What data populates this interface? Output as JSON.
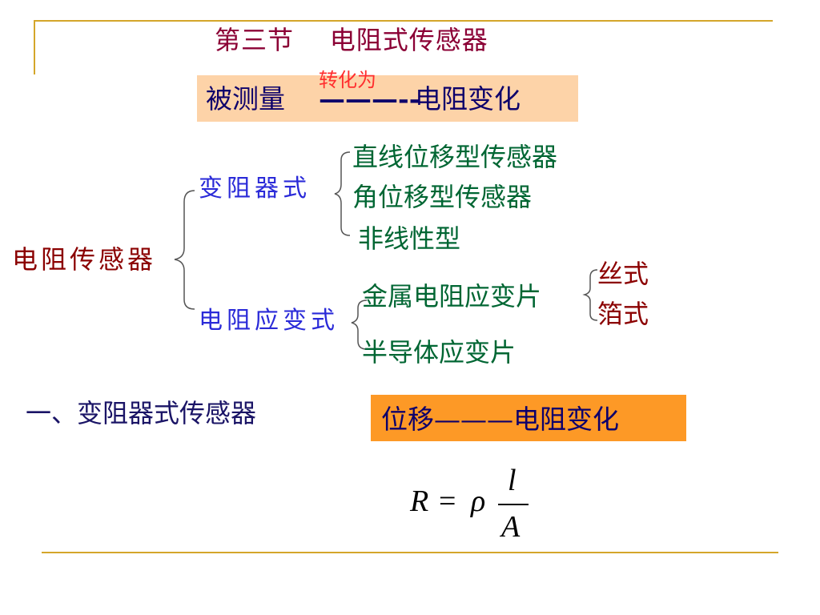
{
  "title": "第三节    电阻式传感器",
  "intro": {
    "left": "被测量",
    "annotation": "转化为",
    "dash": "———--",
    "right": "电阻变化"
  },
  "tree": {
    "root": "电阻传感器",
    "branch1": {
      "label": "变阻器式",
      "items": [
        "直线位移型传感器",
        "角位移型传感器",
        "非线性型"
      ]
    },
    "branch2": {
      "label": "电阻应变式",
      "items": [
        "金属电阻应变片",
        "半导体应变片"
      ],
      "sub_items": [
        "丝式",
        "箔式"
      ]
    }
  },
  "section1": {
    "heading": "一、变阻器式传感器",
    "box": "位移———电阻变化"
  },
  "formula": {
    "lhs": "R",
    "eq": "=",
    "rho": "ρ",
    "numerator": "l",
    "denominator": "A"
  },
  "colors": {
    "accent_line": "#d4a62a",
    "peach_box": "#fdd3a8",
    "orange_box": "#fd9926"
  }
}
